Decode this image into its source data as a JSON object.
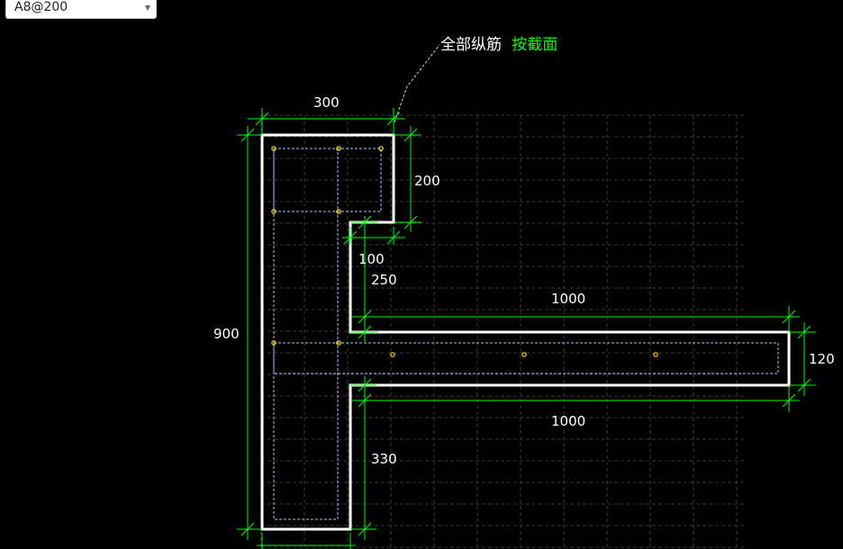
{
  "toolbar": {
    "stirrup_select": {
      "value": "A8@200"
    }
  },
  "annotation": {
    "main_text": "全部纵筋",
    "link_text": "按截面"
  },
  "dimensions": {
    "top_width": "300",
    "notch_height": "200",
    "notch_depth": "100",
    "upper_stem": "250",
    "flange_top_length": "1000",
    "total_height": "900",
    "flange_thickness": "120",
    "flange_bottom_length": "1000",
    "lower_stem": "330"
  },
  "colors": {
    "background": "#000000",
    "outline": "#ffffff",
    "dimension": "#00ff00",
    "rebar_point": "#ffd700",
    "stirrup": "#a8c8ff",
    "link_text": "#00ff00"
  }
}
